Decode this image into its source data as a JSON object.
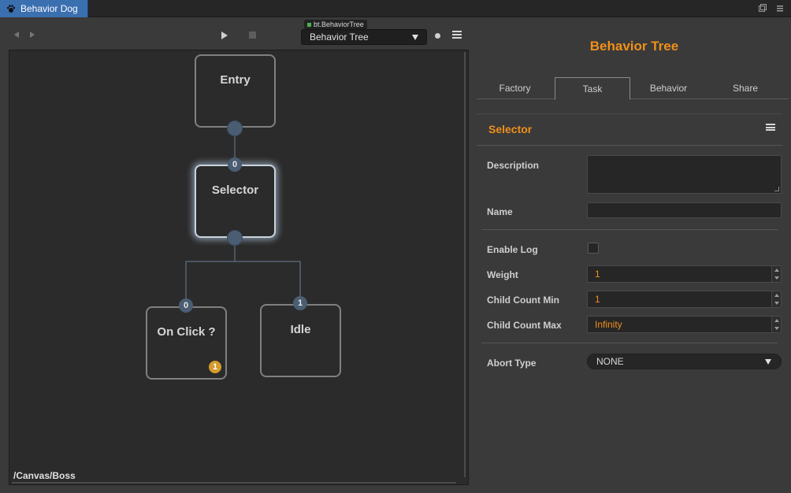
{
  "window": {
    "tab_title": "Behavior Dog"
  },
  "toolbar": {
    "tree_tag": "bt.BehaviorTree",
    "tree_selected": "Behavior Tree"
  },
  "canvas": {
    "path": "/Canvas/Boss",
    "nodes": {
      "entry": {
        "label": "Entry"
      },
      "selector": {
        "label": "Selector",
        "in_port": "0"
      },
      "onclick": {
        "label": "On Click ?",
        "in_port": "0",
        "decorator_count": "1"
      },
      "idle": {
        "label": "Idle",
        "in_port": "1"
      }
    }
  },
  "panel": {
    "title": "Behavior Tree",
    "tabs": [
      {
        "label": "Factory"
      },
      {
        "label": "Task"
      },
      {
        "label": "Behavior"
      },
      {
        "label": "Share"
      }
    ],
    "active_tab": "Task",
    "section": {
      "title": "Selector",
      "fields": {
        "description_label": "Description",
        "description_value": "",
        "name_label": "Name",
        "name_value": "",
        "enable_log_label": "Enable Log",
        "enable_log_checked": false,
        "weight_label": "Weight",
        "weight_value": "1",
        "child_min_label": "Child Count Min",
        "child_min_value": "1",
        "child_max_label": "Child Count Max",
        "child_max_value": "Infinity",
        "abort_type_label": "Abort Type",
        "abort_type_value": "NONE"
      }
    }
  },
  "colors": {
    "accent": "#f0901a",
    "tab_active": "#3a6fb0",
    "port": "#4a5d73",
    "badge": "#d59b2b"
  }
}
